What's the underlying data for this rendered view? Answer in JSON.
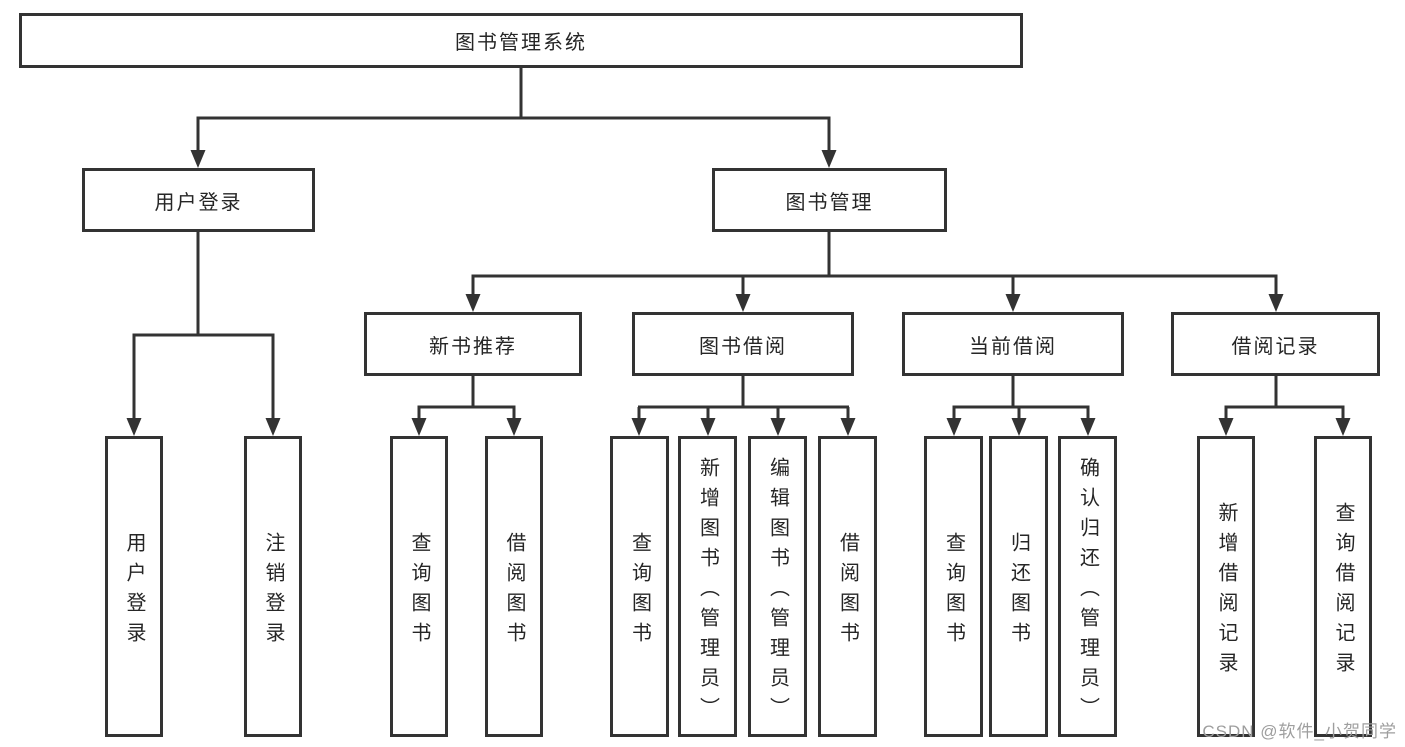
{
  "title": "图书管理系统",
  "tree": {
    "root": {
      "label": "图书管理系统"
    },
    "level2": [
      {
        "label": "用户登录",
        "children": [
          {
            "label": "用户登录"
          },
          {
            "label": "注销登录"
          }
        ]
      },
      {
        "label": "图书管理",
        "children": [
          {
            "label": "新书推荐",
            "children": [
              {
                "label": "查询图书"
              },
              {
                "label": "借阅图书"
              }
            ]
          },
          {
            "label": "图书借阅",
            "children": [
              {
                "label": "查询图书"
              },
              {
                "label": "新增图书（管理员）"
              },
              {
                "label": "编辑图书（管理员）"
              },
              {
                "label": "借阅图书"
              }
            ]
          },
          {
            "label": "当前借阅",
            "children": [
              {
                "label": "查询图书"
              },
              {
                "label": "归还图书"
              },
              {
                "label": "确认归还（管理员）"
              }
            ]
          },
          {
            "label": "借阅记录",
            "children": [
              {
                "label": "新增借阅记录"
              },
              {
                "label": "查询借阅记录"
              }
            ]
          }
        ]
      }
    ]
  },
  "watermark": {
    "text": "CSDN @软件_小贺同学"
  },
  "colors": {
    "box_border": "#333333",
    "connector": "#333333",
    "text": "#262626",
    "watermark_text": "#9e9e9e",
    "background": "#ffffff"
  }
}
